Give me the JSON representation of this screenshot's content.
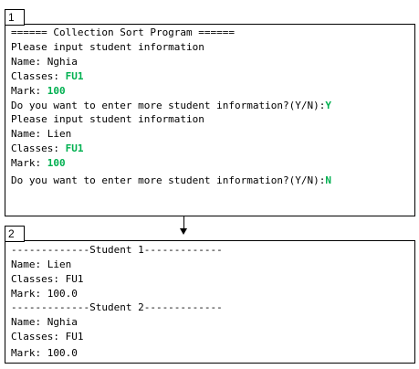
{
  "panel1": {
    "tag": "1",
    "lines": [
      {
        "label": "====== Collection Sort Program ======",
        "value": ""
      },
      {
        "label": "Please input student information",
        "value": ""
      },
      {
        "label": "Name: Nghia",
        "value": ""
      },
      {
        "label": "Classes: ",
        "value": "FU1"
      },
      {
        "label": "Mark: ",
        "value": "100"
      },
      {
        "label": "Do you want to enter more student information?(Y/N):",
        "value": "Y"
      },
      {
        "label": "Please input student information",
        "value": ""
      },
      {
        "label": "Name: Lien",
        "value": ""
      },
      {
        "label": "Classes: ",
        "value": "FU1"
      },
      {
        "label": "Mark: ",
        "value": "100"
      },
      {
        "label": "Do you want to enter more student information?(Y/N):",
        "value": "N"
      }
    ]
  },
  "panel2": {
    "tag": "2",
    "lines": [
      "-------------Student 1-------------",
      "Name: Lien",
      "Classes: FU1",
      "Mark: 100.0",
      "-------------Student 2-------------",
      "Name: Nghia",
      "Classes: FU1",
      "Mark: 100.0"
    ]
  }
}
